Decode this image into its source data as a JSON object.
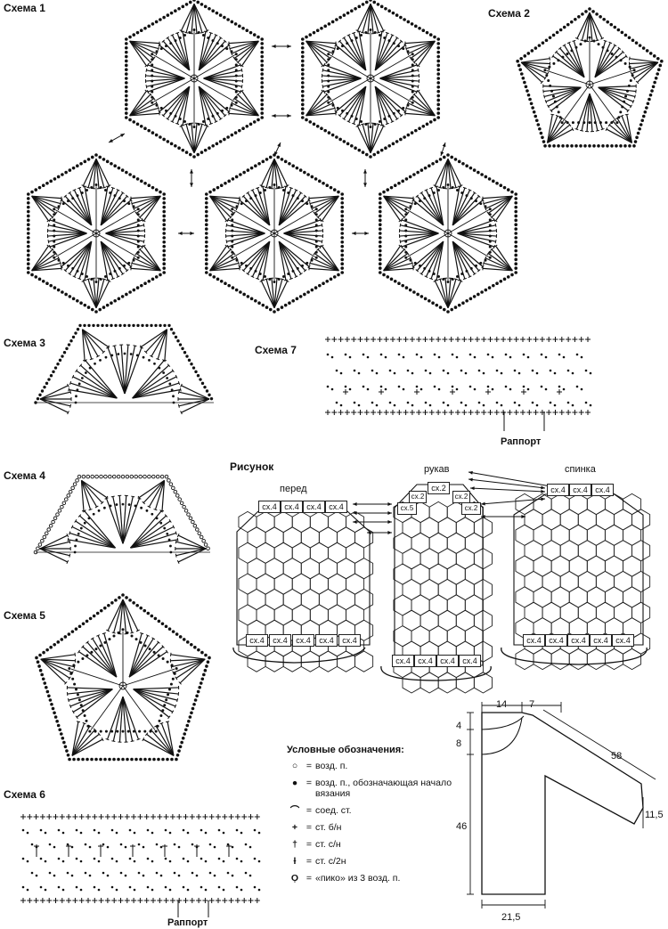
{
  "schemes": {
    "s1": "Схема 1",
    "s2": "Схема 2",
    "s3": "Схема 3",
    "s4": "Схема 4",
    "s5": "Схема 5",
    "s6": "Схема 6",
    "s7": "Схема 7"
  },
  "rapport": "Раппорт",
  "figure": {
    "title": "Рисунок",
    "front": "перед",
    "sleeve": "рукав",
    "back": "спинка",
    "cell_s4": "сх.4",
    "cell_s2": "сх.2",
    "cell_s5": "сх.5"
  },
  "legend": {
    "title": "Условные обозначения:",
    "items": [
      {
        "icon": "open-circle-icon",
        "symbol": "○",
        "text": "возд. п."
      },
      {
        "icon": "filled-dot-icon",
        "symbol": "●",
        "text": "возд. п., обозначающая начало вязания"
      },
      {
        "icon": "arc-icon",
        "symbol": "⌒",
        "text": "соед. ст."
      },
      {
        "icon": "plus-icon",
        "symbol": "+",
        "text": "ст. б/н"
      },
      {
        "icon": "dagger-icon",
        "symbol": "†",
        "text": "ст. с/н"
      },
      {
        "icon": "half-dagger-icon",
        "symbol": "ƚ",
        "text": "ст. с/2н"
      },
      {
        "icon": "picot-icon",
        "symbol": "Ọ",
        "text": "«пико» из 3 возд. п."
      }
    ]
  },
  "pattern": {
    "w_shoulder": "14",
    "w_neck": "7",
    "h_4": "4",
    "h_8": "8",
    "sleeve": "58",
    "cuff": "11,5",
    "h_46": "46",
    "bottom": "21,5"
  }
}
